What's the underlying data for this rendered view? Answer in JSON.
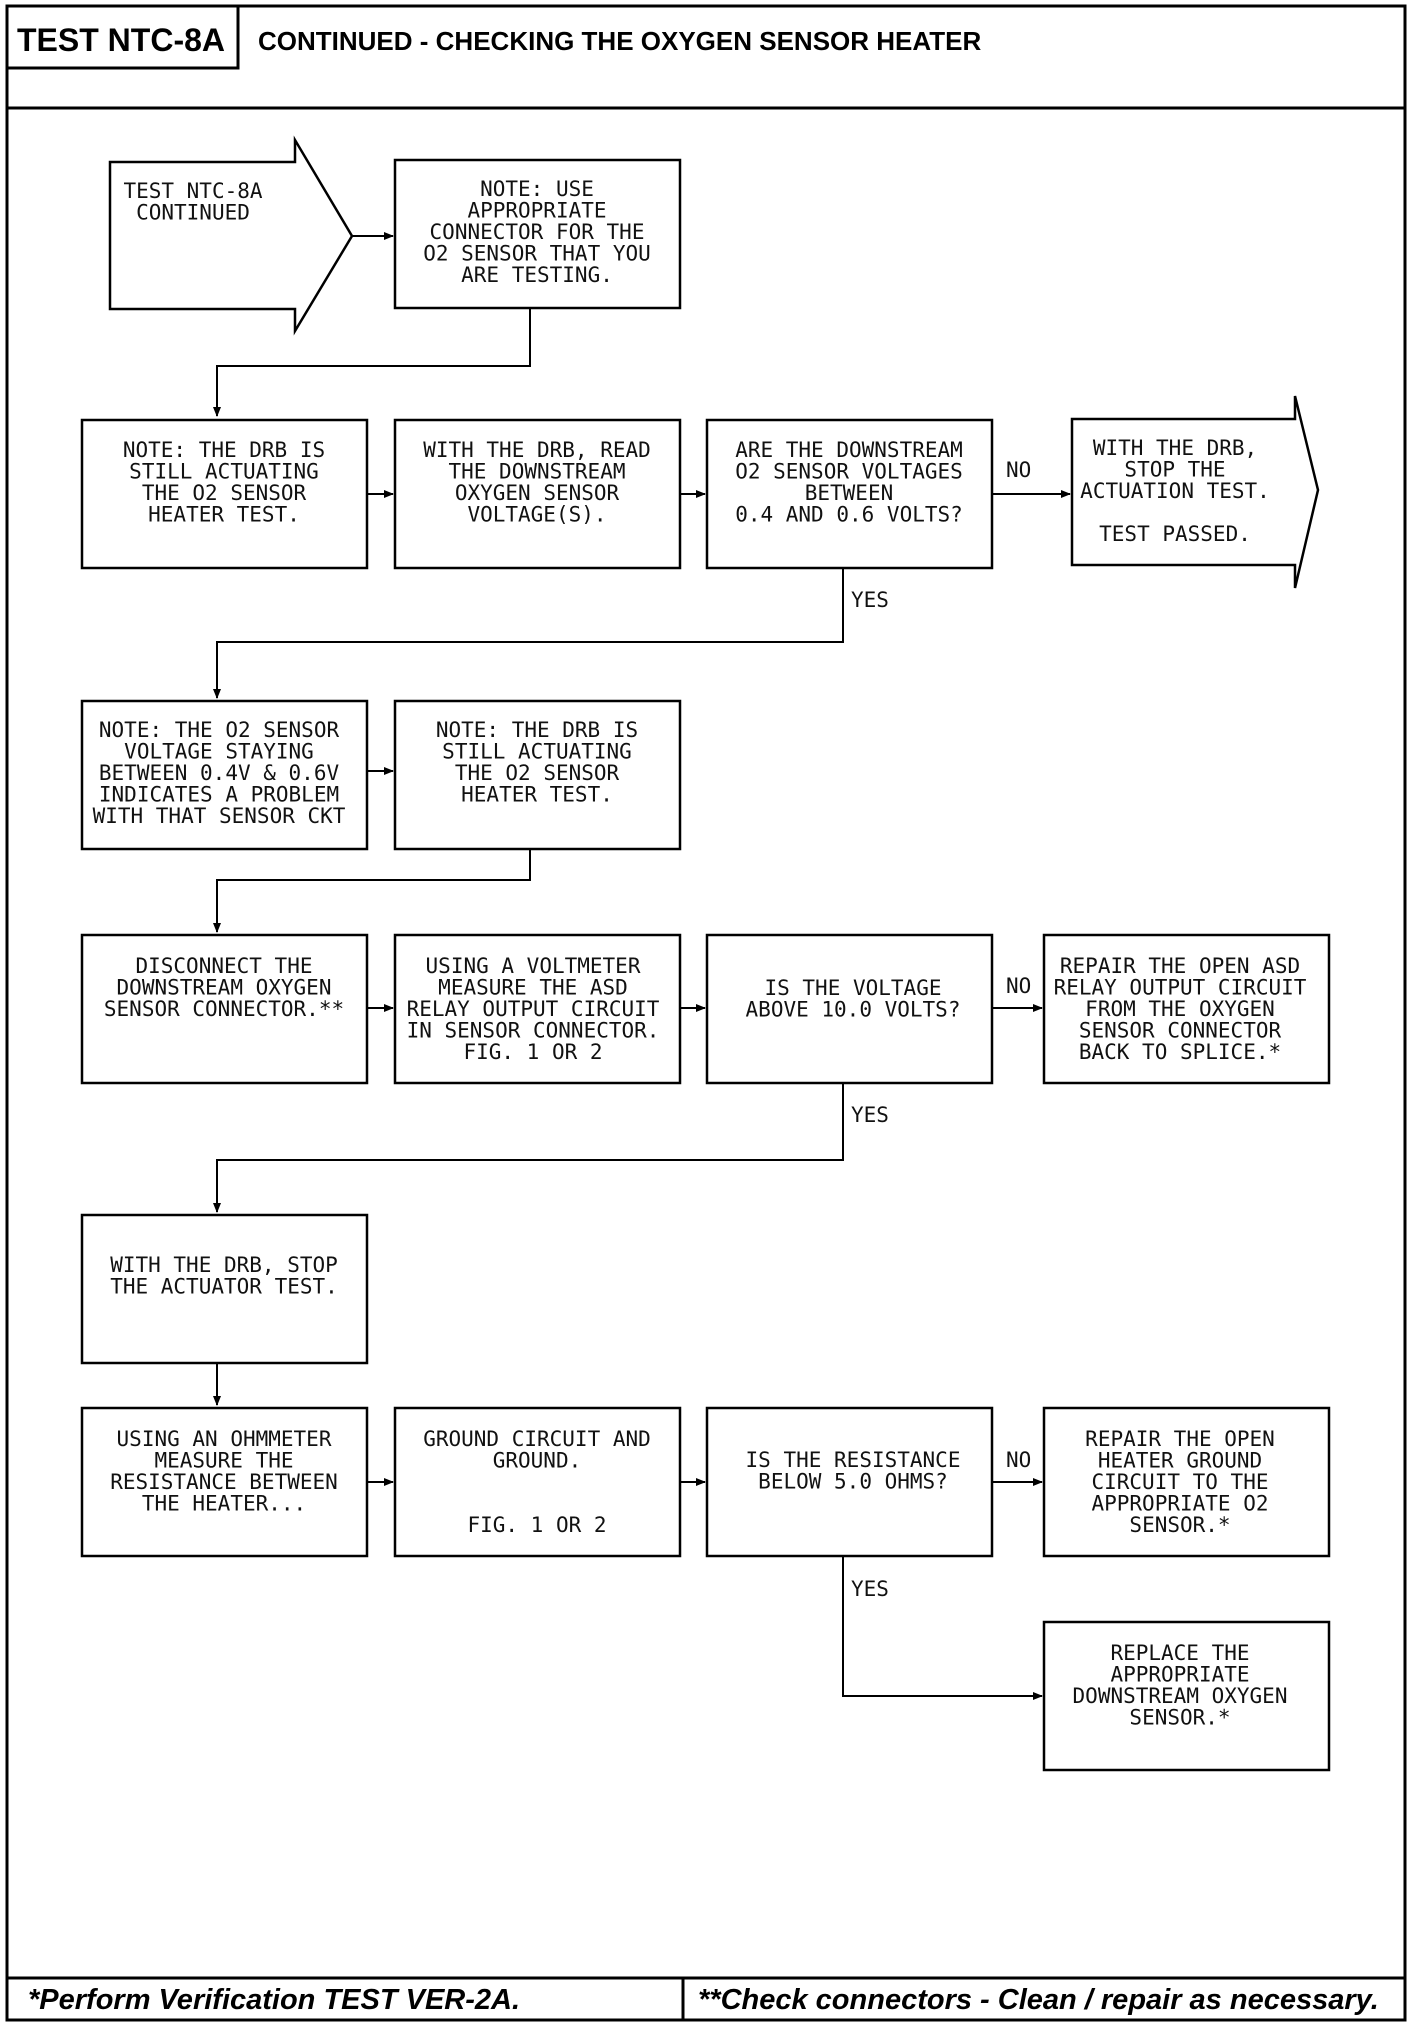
{
  "header": {
    "test_id": "TEST NTC-8A",
    "title": "CONTINUED - CHECKING THE OXYGEN SENSOR HEATER"
  },
  "boxes": {
    "start": [
      "TEST NTC-8A",
      "CONTINUED"
    ],
    "note_connector": [
      "NOTE: USE",
      "APPROPRIATE",
      "CONNECTOR FOR THE",
      "O2 SENSOR THAT YOU",
      "ARE TESTING."
    ],
    "note_drb_1": [
      "NOTE: THE DRB IS",
      "STILL ACTUATING",
      "THE O2 SENSOR",
      "HEATER TEST."
    ],
    "read_voltage": [
      "WITH THE DRB, READ",
      "THE DOWNSTREAM",
      "OXYGEN SENSOR",
      "VOLTAGE(S)."
    ],
    "q_voltage_range": [
      "ARE THE DOWNSTREAM",
      "O2 SENSOR VOLTAGES",
      "BETWEEN",
      "0.4 AND 0.6 VOLTS?"
    ],
    "stop_passed": [
      "WITH THE DRB,",
      "STOP THE",
      "ACTUATION TEST.",
      "",
      "TEST PASSED."
    ],
    "note_problem": [
      "NOTE: THE O2 SENSOR",
      "VOLTAGE STAYING",
      "BETWEEN 0.4V & 0.6V",
      "INDICATES A PROBLEM",
      "WITH THAT SENSOR CKT"
    ],
    "note_drb_2": [
      "NOTE: THE DRB IS",
      "STILL ACTUATING",
      "THE O2 SENSOR",
      "HEATER TEST."
    ],
    "disconnect": [
      "DISCONNECT THE",
      "DOWNSTREAM OXYGEN",
      "SENSOR CONNECTOR.**"
    ],
    "voltmeter": [
      "USING A VOLTMETER",
      "MEASURE THE ASD",
      "RELAY OUTPUT CIRCUIT",
      "IN SENSOR CONNECTOR.",
      "FIG. 1 OR 2"
    ],
    "q_voltage_above": [
      "IS THE VOLTAGE",
      "ABOVE 10.0 VOLTS?"
    ],
    "repair_asd": [
      "REPAIR THE OPEN ASD",
      "RELAY OUTPUT CIRCUIT",
      "FROM THE OXYGEN",
      "SENSOR CONNECTOR",
      "BACK TO SPLICE.*"
    ],
    "stop_actuator": [
      "WITH THE DRB, STOP",
      "THE ACTUATOR TEST."
    ],
    "ohmmeter": [
      "USING AN OHMMETER",
      "MEASURE THE",
      "RESISTANCE BETWEEN",
      "THE HEATER..."
    ],
    "ground": [
      "GROUND CIRCUIT AND",
      "GROUND.",
      "",
      "",
      "FIG. 1 OR 2"
    ],
    "q_resistance": [
      "IS THE RESISTANCE",
      "BELOW 5.0 OHMS?"
    ],
    "repair_ground": [
      "REPAIR THE OPEN",
      "HEATER GROUND",
      "CIRCUIT TO THE",
      "APPROPRIATE O2",
      "SENSOR.*"
    ],
    "replace_sensor": [
      "REPLACE THE",
      "APPROPRIATE",
      "DOWNSTREAM OXYGEN",
      "SENSOR.*"
    ]
  },
  "labels": {
    "no": "NO",
    "yes": "YES"
  },
  "footer": {
    "left": "*Perform Verification TEST VER-2A.",
    "right": "**Check connectors - Clean / repair as necessary."
  }
}
